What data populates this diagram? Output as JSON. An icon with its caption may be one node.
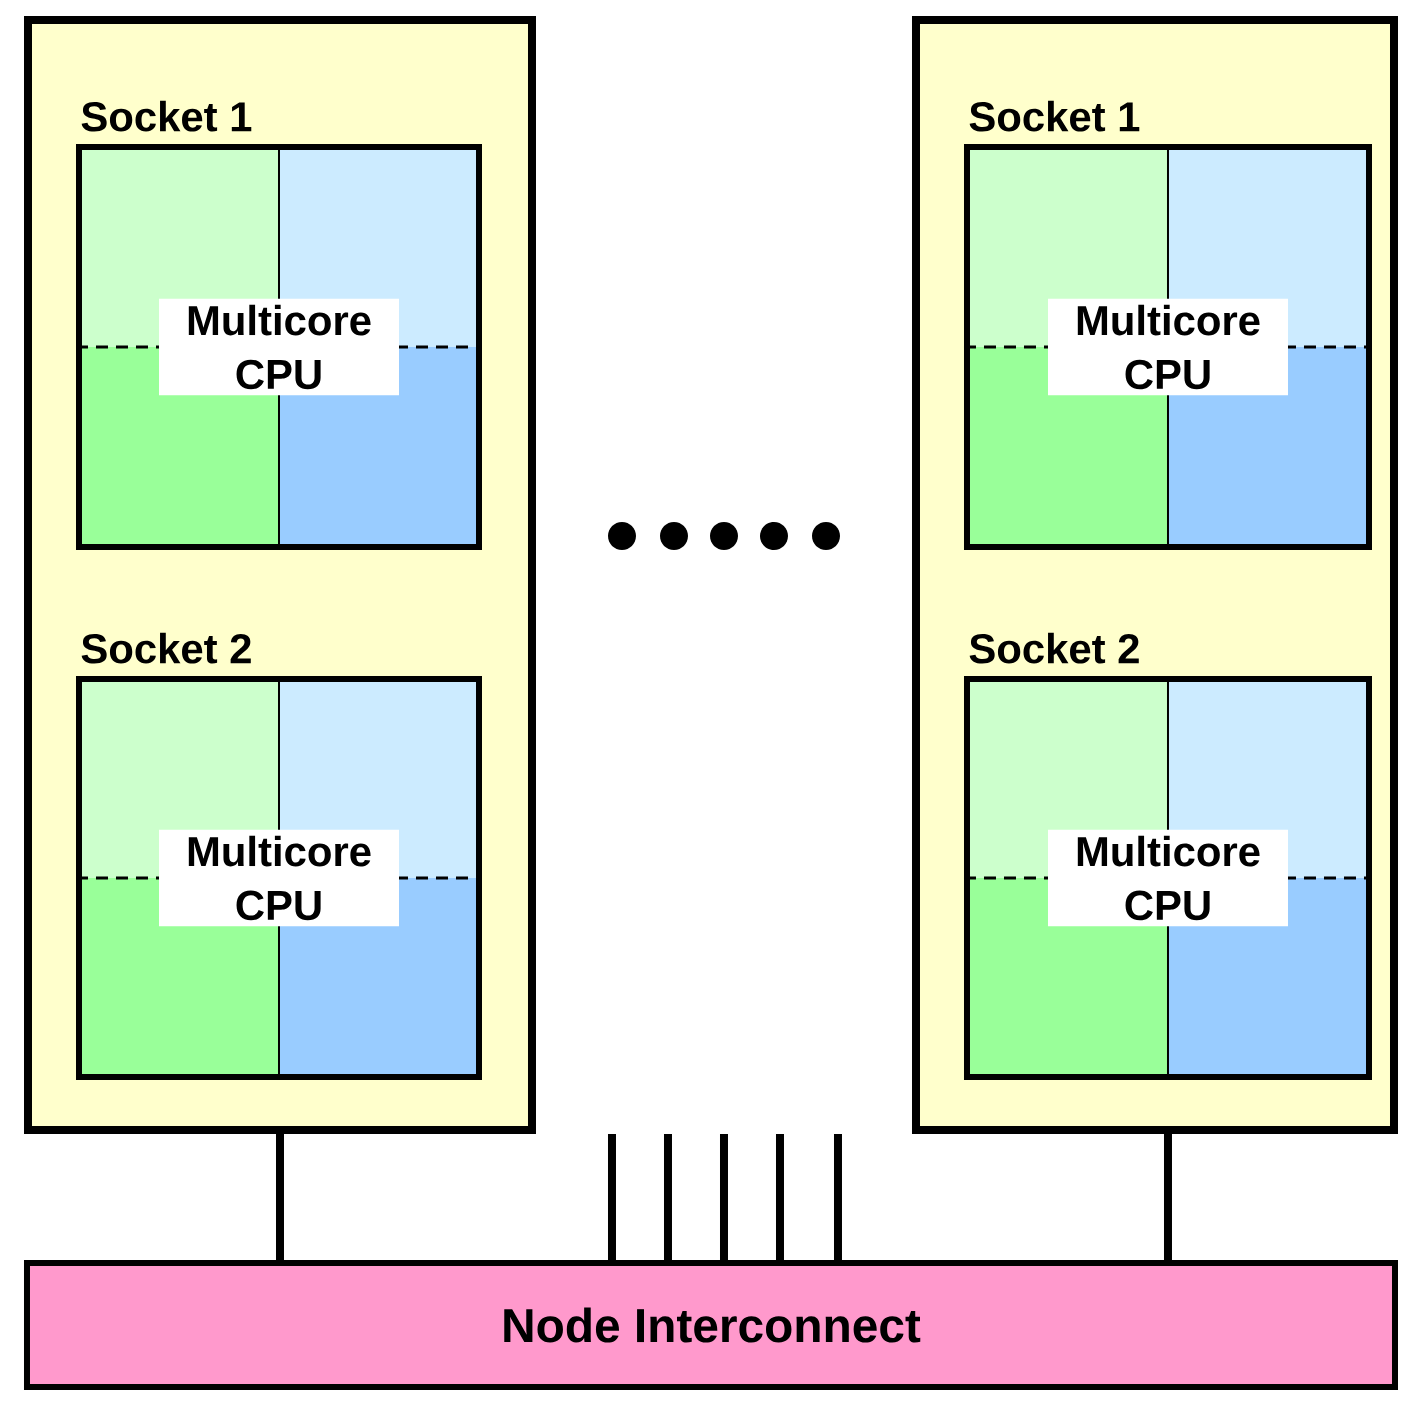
{
  "diagram": {
    "nodes": [
      {
        "text": [],
        "shape": "box"
      },
      {
        "text": [
          "Socket 1",
          "Multicore CPU"
        ],
        "in": 0
      },
      {
        "text": [
          "Socket 2",
          "Multicore CPU"
        ],
        "in": 0
      },
      {
        "text": [],
        "shape": "box"
      },
      {
        "text": [
          "Socket 1",
          "Multicore CPU"
        ],
        "in": 3
      },
      {
        "text": [
          "Socket 2",
          "Multicore CPU"
        ],
        "in": 3
      },
      {
        "text": [
          "Node Interconnect"
        ]
      }
    ],
    "edges": [
      {
        "from": 0,
        "to": 6,
        "arrow": "none"
      },
      {
        "from": 3,
        "to": 6,
        "arrow": "none"
      },
      {
        "from": 6,
        "to": null,
        "arrow": "none"
      },
      {
        "from": 6,
        "to": null,
        "arrow": "none"
      },
      {
        "from": 6,
        "to": null,
        "arrow": "none"
      },
      {
        "from": 6,
        "to": null,
        "arrow": "none"
      },
      {
        "from": 6,
        "to": null,
        "arrow": "none"
      }
    ]
  }
}
